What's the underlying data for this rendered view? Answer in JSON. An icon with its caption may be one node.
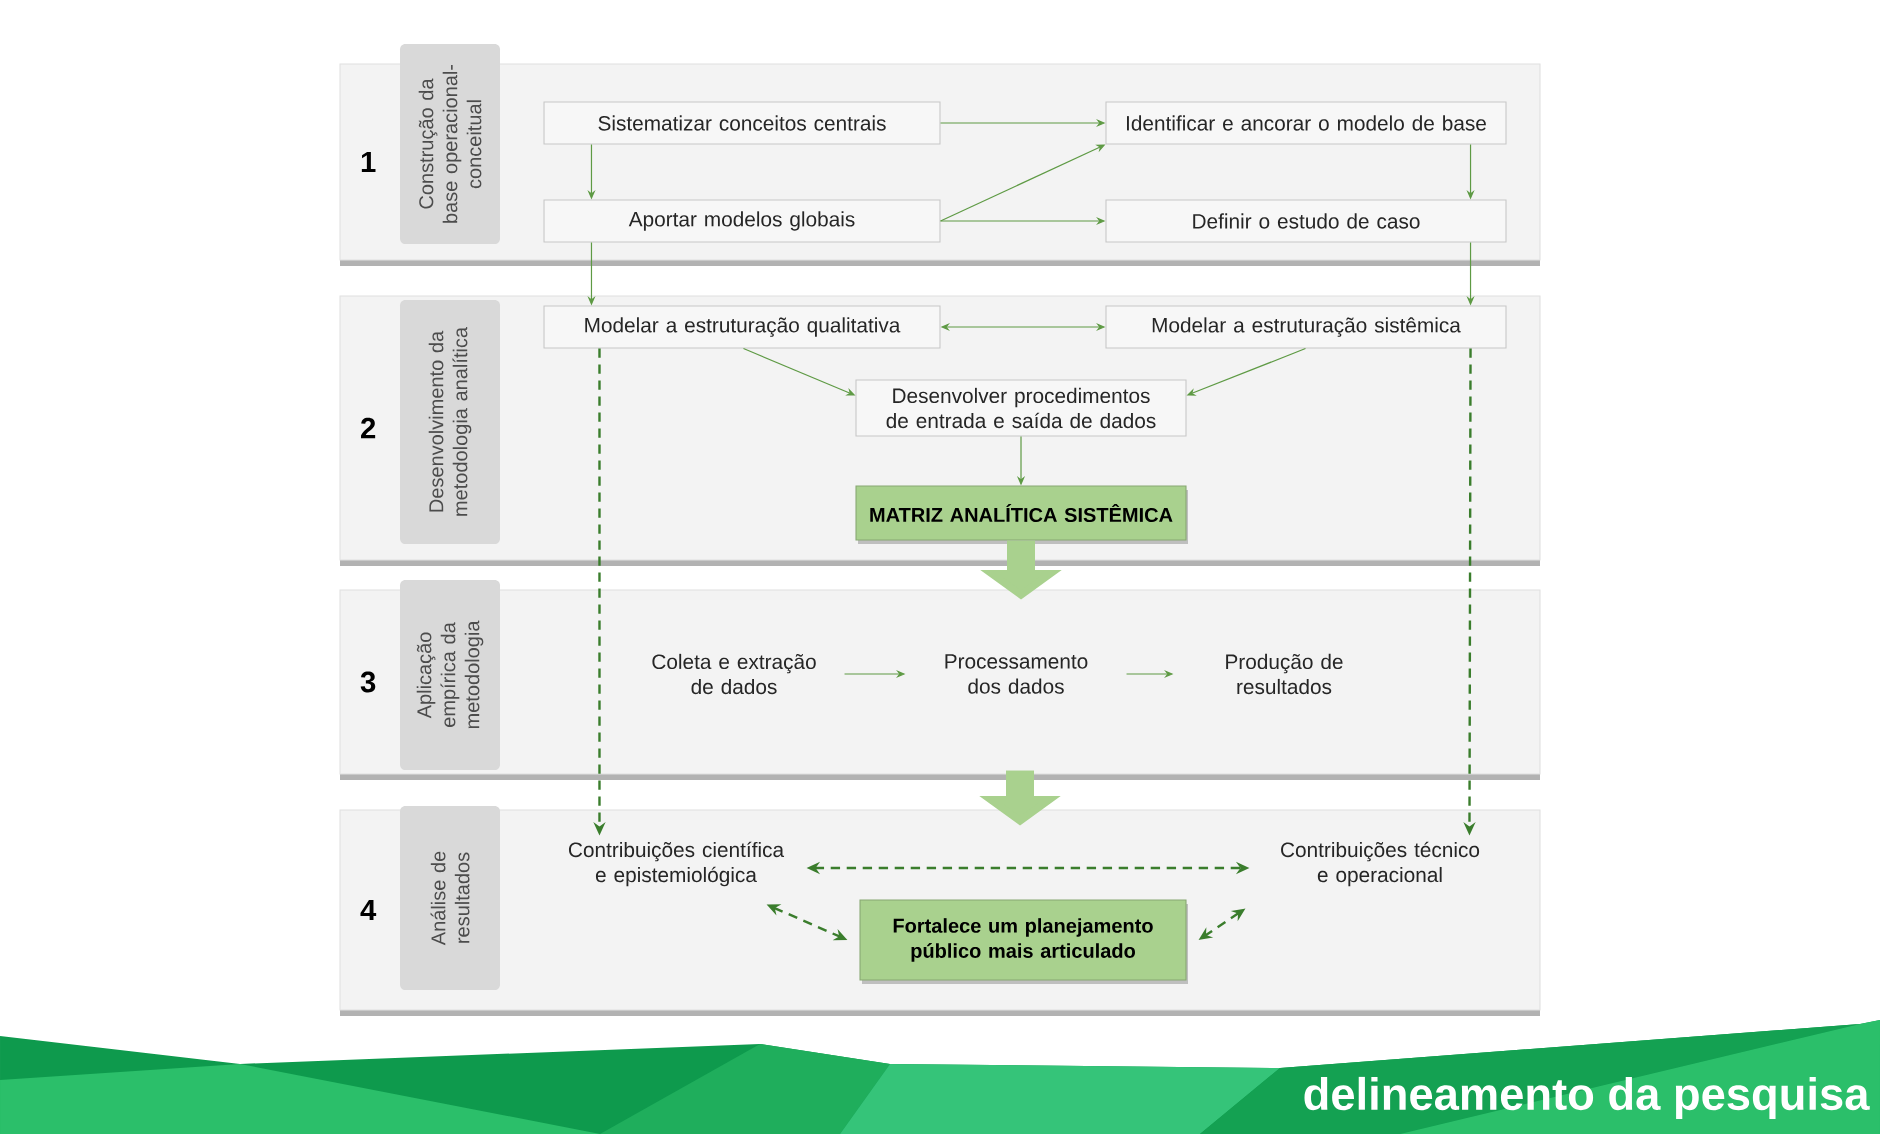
{
  "diagram": {
    "nodes": [
      {
        "text": [
          "1"
        ]
      },
      {
        "text": [
          "Construção da base operacional-conceitual"
        ],
        "in": 0
      },
      {
        "text": [
          "Sistematizar conceitos centrais"
        ],
        "in": 0
      },
      {
        "text": [
          "Identificar e ancorar o modelo de base"
        ],
        "in": 0
      },
      {
        "text": [
          "Aportar modelos globais"
        ],
        "in": 0
      },
      {
        "text": [
          "Definir o estudo de caso"
        ],
        "in": 0
      },
      {
        "text": [
          "2"
        ]
      },
      {
        "text": [
          "Desenvolvimento da metodologia analítica"
        ],
        "in": 6
      },
      {
        "text": [
          "Modelar a estruturação qualitativa"
        ],
        "in": 6
      },
      {
        "text": [
          "Modelar a estruturação sistêmica"
        ],
        "in": 6
      },
      {
        "text": [
          "Desenvolver procedimentos de entrada e saída de dados"
        ],
        "in": 6
      },
      {
        "text": [
          "MATRIZ ANALÍTICA SISTÊMICA"
        ],
        "in": 6
      },
      {
        "text": [
          "3"
        ]
      },
      {
        "text": [
          "Aplicação empírica da metodologia"
        ],
        "in": 12
      },
      {
        "text": [
          "Coleta e extração de dados"
        ],
        "in": 12
      },
      {
        "text": [
          "Processamento dos dados"
        ],
        "in": 12
      },
      {
        "text": [
          "Produção de resultados"
        ],
        "in": 12
      },
      {
        "text": [
          "4"
        ]
      },
      {
        "text": [
          "Análise de resultados"
        ],
        "in": 17
      },
      {
        "text": [
          "Contribuições científica e epistemiológica"
        ],
        "in": 17
      },
      {
        "text": [
          "Contribuições técnico e operacional"
        ],
        "in": 17
      },
      {
        "text": [
          "Fortalece um planejamento público mais articulado"
        ],
        "in": 17
      }
    ],
    "edges": [
      {
        "from": 2,
        "to": 3,
        "arrow": "to"
      },
      {
        "from": 2,
        "to": 4,
        "arrow": "to"
      },
      {
        "from": 4,
        "to": 3,
        "arrow": "to"
      },
      {
        "from": 4,
        "to": 5,
        "arrow": "to"
      },
      {
        "from": 3,
        "to": 5,
        "arrow": "to"
      },
      {
        "from": 4,
        "to": 8,
        "arrow": "to"
      },
      {
        "from": 5,
        "to": 9,
        "arrow": "to"
      },
      {
        "from": 8,
        "to": 9,
        "arrow": "both"
      },
      {
        "from": 8,
        "to": 10,
        "arrow": "to"
      },
      {
        "from": 9,
        "to": 10,
        "arrow": "to"
      },
      {
        "from": 10,
        "to": 11,
        "arrow": "to"
      },
      {
        "from": 11,
        "to": 12,
        "arrow": "to",
        "style": "thick",
        "color": "#a9d18e"
      },
      {
        "from": 12,
        "to": 17,
        "arrow": "to",
        "style": "thick",
        "color": "#a9d18e"
      },
      {
        "from": 14,
        "to": 15,
        "arrow": "to"
      },
      {
        "from": 15,
        "to": 16,
        "arrow": "to"
      },
      {
        "from": 8,
        "to": 19,
        "arrow": "to",
        "style": "dashed",
        "color": "#3a7d2c"
      },
      {
        "from": 9,
        "to": 20,
        "arrow": "to",
        "style": "dashed",
        "color": "#3a7d2c"
      },
      {
        "from": 19,
        "to": 20,
        "arrow": "both",
        "style": "dashed",
        "color": "#3a7d2c"
      },
      {
        "from": 19,
        "to": 21,
        "arrow": "both",
        "style": "dashed",
        "color": "#3a7d2c"
      },
      {
        "from": 20,
        "to": 21,
        "arrow": "both",
        "style": "dashed",
        "color": "#3a7d2c"
      }
    ],
    "labels": [
      "delineamento da pesquisa"
    ]
  }
}
